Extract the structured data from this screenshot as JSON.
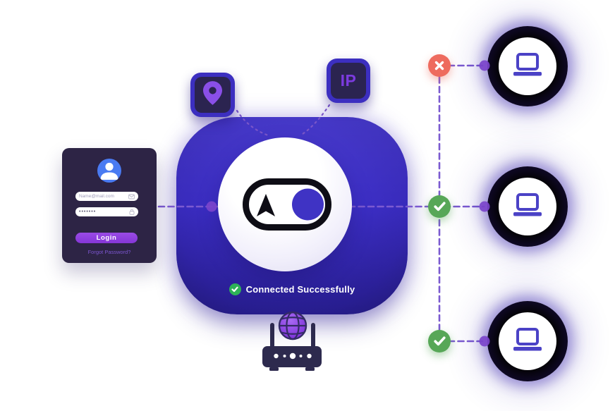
{
  "colors": {
    "indigo_square": "#3b2ec3",
    "accent_purple": "#7c3be0",
    "line_purple": "#7b5ad0",
    "node_green": "#57a757",
    "status_green": "#2eb157",
    "error_red": "#ee6b5e",
    "avatar_blue": "#4a7bf2",
    "card_navy": "#2d2445",
    "laptop_indigo": "#4b42c6",
    "toggle_black": "#0e0d15"
  },
  "login_card": {
    "email_placeholder": "Name@mail.com",
    "password_value": "•••••••",
    "login_label": "Login",
    "forgot_password_label": "Forgot Password?"
  },
  "vpn_panel": {
    "status_label": "Connected Successfully"
  },
  "badges": {
    "ip_label": "IP"
  },
  "icons": {
    "location_badge": "location-pin-icon",
    "ip_badge": "ip-badge",
    "toggle": "vpn-toggle-icon",
    "toggle_arrow": "navigation-arrow-icon",
    "router": "router-icon",
    "globe": "globe-icon",
    "device": "laptop-icon",
    "connected": "check-icon",
    "blocked": "cross-icon",
    "user": "user-avatar-icon",
    "email": "envelope-icon",
    "password": "padlock-icon"
  }
}
